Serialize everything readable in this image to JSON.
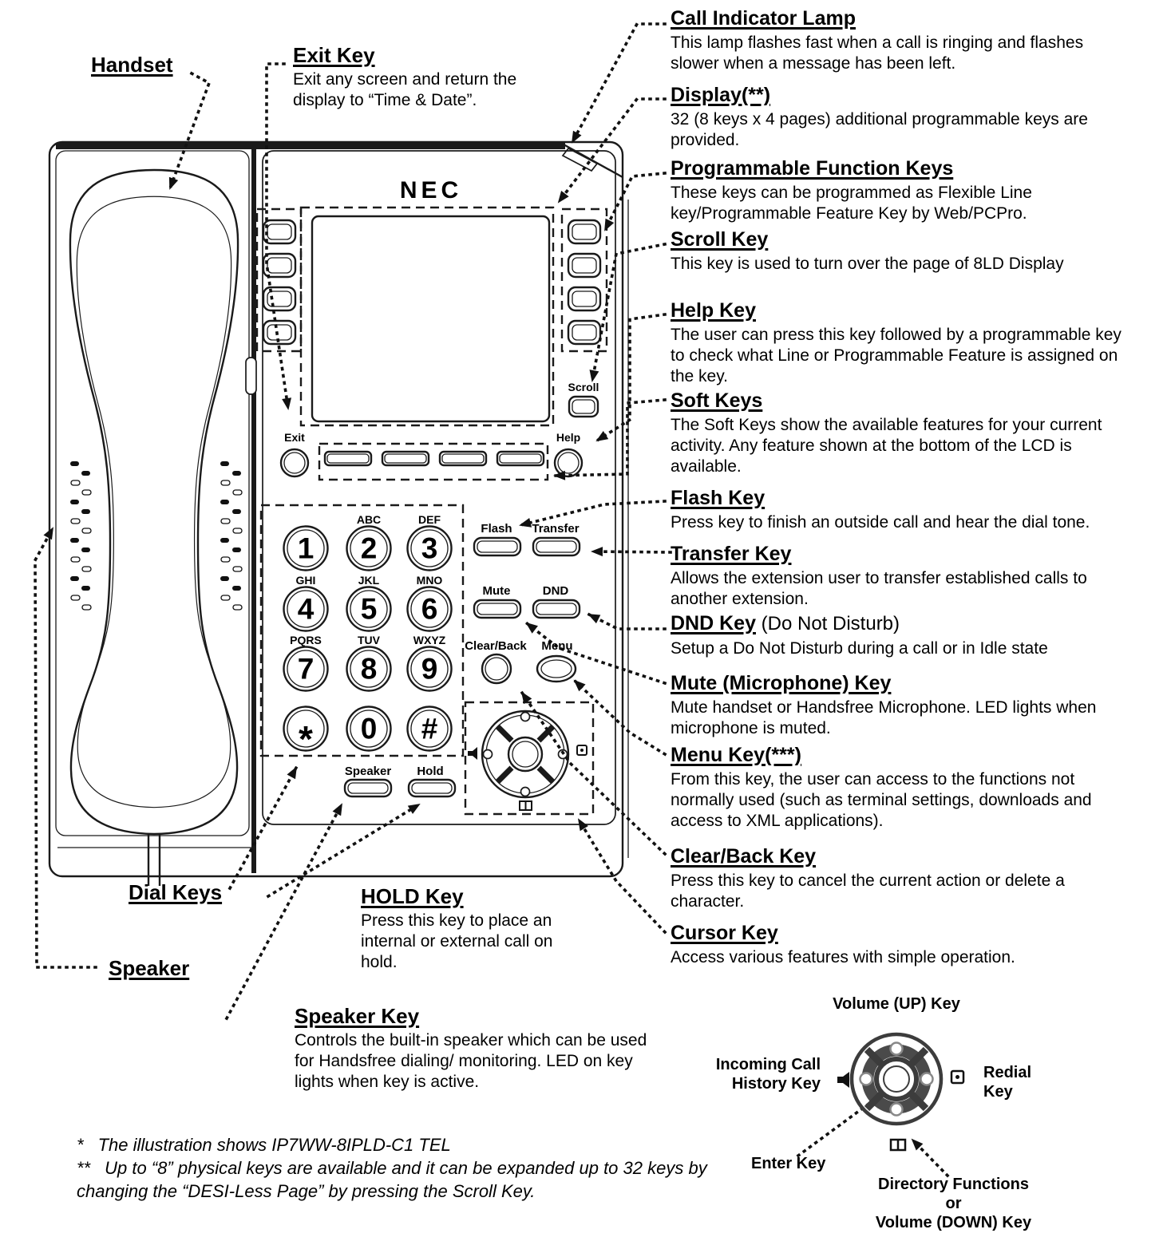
{
  "device": {
    "brand": "NEC",
    "keys": {
      "exit": "Exit",
      "scroll": "Scroll",
      "help": "Help",
      "flash": "Flash",
      "transfer": "Transfer",
      "mute": "Mute",
      "dnd": "DND",
      "clear_back": "Clear/Back",
      "menu": "Menu",
      "speaker": "Speaker",
      "hold": "Hold"
    },
    "dial_keys": [
      {
        "digit": "1",
        "letters": ""
      },
      {
        "digit": "2",
        "letters": "ABC"
      },
      {
        "digit": "3",
        "letters": "DEF"
      },
      {
        "digit": "4",
        "letters": "GHI"
      },
      {
        "digit": "5",
        "letters": "JKL"
      },
      {
        "digit": "6",
        "letters": "MNO"
      },
      {
        "digit": "7",
        "letters": "PQRS"
      },
      {
        "digit": "8",
        "letters": "TUV"
      },
      {
        "digit": "9",
        "letters": "WXYZ"
      },
      {
        "digit": "*",
        "letters": ""
      },
      {
        "digit": "0",
        "letters": ""
      },
      {
        "digit": "#",
        "letters": ""
      }
    ]
  },
  "left_callouts": {
    "handset": {
      "title": "Handset"
    },
    "exit_key": {
      "title": "Exit Key",
      "desc": "Exit any screen and return the display to “Time & Date”."
    },
    "dial_keys": {
      "title": "Dial Keys"
    },
    "speaker": {
      "title": "Speaker"
    },
    "hold_key": {
      "title": "HOLD Key",
      "desc": "Press this key to place an internal or external call on hold."
    },
    "speaker_key": {
      "title": "Speaker Key",
      "desc": "Controls the built-in speaker which can be used for Handsfree dialing/ monitoring. LED on key lights when key is active."
    }
  },
  "right_callouts": [
    {
      "title": "Call Indicator Lamp",
      "desc": "This lamp flashes fast when a call is ringing and flashes slower when a message has been left."
    },
    {
      "title": "Display(**)",
      "desc": "32 (8 keys x 4 pages) additional programmable keys are provided."
    },
    {
      "title": "Programmable Function Keys",
      "desc": "These keys can be programmed as Flexible Line key/Programmable Feature Key by Web/PCPro."
    },
    {
      "title": "Scroll Key",
      "desc": "This key is used to turn over the page of 8LD Display"
    },
    {
      "title": "Help Key",
      "desc": "The user can press this key followed by a programmable key to check what Line or Programmable Feature is assigned on the key."
    },
    {
      "title": "Soft Keys",
      "desc": "The Soft Keys show the available features for your current activity. Any feature shown at the bottom of the LCD is available."
    },
    {
      "title": "Flash Key",
      "desc": "Press key to finish an outside call and hear the dial tone."
    },
    {
      "title": "Transfer Key",
      "desc": "Allows the extension user to transfer established calls to another extension."
    },
    {
      "title": "DND Key",
      "suffix": " (Do Not Disturb)",
      "desc": "Setup a Do Not Disturb during a call or in Idle state"
    },
    {
      "title": "Mute (Microphone) Key",
      "desc": "Mute handset or Handsfree Microphone. LED lights when microphone is muted."
    },
    {
      "title": "Menu Key(***)",
      "desc": "From this key, the user can access to the functions not normally used (such as terminal settings, downloads and access to XML applications)."
    },
    {
      "title": "Clear/Back Key",
      "desc": "Press this key to cancel the current action or delete a character."
    },
    {
      "title": "Cursor Key",
      "desc": "Access various features with simple operation."
    }
  ],
  "cursor_detail": {
    "volume_up": "Volume (UP) Key",
    "incoming_call_history": "Incoming Call History Key",
    "redial": "Redial Key",
    "enter": "Enter Key",
    "directory_line1": "Directory Functions",
    "directory_line2": "or",
    "directory_line3": "Volume (DOWN) Key"
  },
  "footnotes": [
    {
      "marker": "*",
      "text": "The illustration shows IP7WW-8IPLD-C1 TEL"
    },
    {
      "marker": "**",
      "text": "Up to “8” physical keys are available and it can be expanded up to 32 keys by changing the “DESI-Less Page” by pressing the Scroll Key."
    }
  ]
}
